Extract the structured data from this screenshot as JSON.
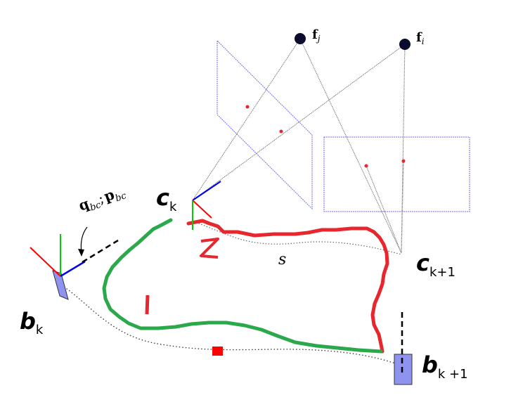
{
  "labels": {
    "fj_main": "f",
    "fj_sub": "j",
    "fi_main": "f",
    "fi_sub": "i",
    "ck_main": "c",
    "ck_sub": "k",
    "ck1_main": "c",
    "ck1_sub": "k+1",
    "bk_main": "b",
    "bk_sub": "k",
    "bk1_main": "b",
    "bk1_sub": "k +1",
    "extrinsic_q": "q",
    "extrinsic_q_sub": "bc",
    "extrinsic_sep": ";",
    "extrinsic_p": "p",
    "extrinsic_p_sub": "bc",
    "scale": "s"
  },
  "colors": {
    "camera_traj": "#e8262d",
    "imu_traj": "#2aa84a",
    "image_plane": "#6b6bf0",
    "imu_body": "#8f93f0",
    "axis_x": "#ff0000",
    "axis_y": "#00cc00",
    "axis_z": "#0000ee",
    "feature": "#0b0b2e"
  }
}
